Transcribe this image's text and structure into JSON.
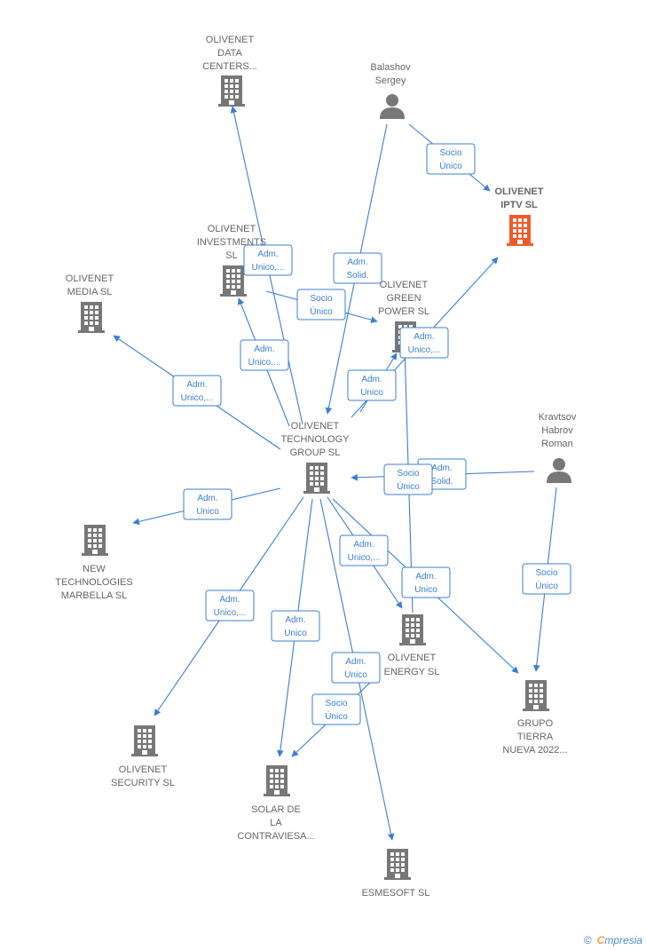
{
  "colors": {
    "edge": "#3a7fd5",
    "company": "#777777",
    "focus": "#f05a28",
    "label": "#666666"
  },
  "nodes": [
    {
      "id": "datacenters",
      "type": "company",
      "lines": [
        "OLIVENET",
        "DATA",
        "CENTERS..."
      ]
    },
    {
      "id": "balashov",
      "type": "person",
      "lines": [
        "Balashov",
        "Sergey"
      ]
    },
    {
      "id": "iptv",
      "type": "company",
      "focus": true,
      "lines": [
        "OLIVENET",
        "IPTV  SL"
      ]
    },
    {
      "id": "investments",
      "type": "company",
      "lines": [
        "OLIVENET",
        "INVESTMENTS",
        "SL"
      ]
    },
    {
      "id": "media",
      "type": "company",
      "lines": [
        "OLIVENET",
        "MEDIA  SL"
      ]
    },
    {
      "id": "greenpower",
      "type": "company",
      "lines": [
        "OLIVENET",
        "GREEN",
        "POWER  SL"
      ]
    },
    {
      "id": "techgroup",
      "type": "company",
      "lines": [
        "OLIVENET",
        "TECHNOLOGY",
        "GROUP  SL"
      ]
    },
    {
      "id": "kravtsov",
      "type": "person",
      "lines": [
        "Kravtsov",
        "Habrov",
        "Roman"
      ]
    },
    {
      "id": "newtech",
      "type": "company",
      "lines": [
        "NEW",
        "TECHNOLOGIES",
        "MARBELLA  SL"
      ]
    },
    {
      "id": "energy",
      "type": "company",
      "lines": [
        "OLIVENET",
        "ENERGY  SL"
      ]
    },
    {
      "id": "tierra",
      "type": "company",
      "lines": [
        "GRUPO",
        "TIERRA",
        "NUEVA 2022..."
      ]
    },
    {
      "id": "security",
      "type": "company",
      "lines": [
        "OLIVENET",
        "SECURITY  SL"
      ]
    },
    {
      "id": "solar",
      "type": "company",
      "lines": [
        "SOLAR DE",
        "LA",
        "CONTRAVIESA..."
      ]
    },
    {
      "id": "esmesoft",
      "type": "company",
      "lines": [
        "ESMESOFT  SL"
      ]
    }
  ],
  "edges": [
    {
      "from": "balashov",
      "to": "iptv",
      "label": [
        "Socio",
        "Único"
      ]
    },
    {
      "from": "balashov",
      "to": "techgroup",
      "label": [
        "Adm.",
        "Solid."
      ]
    },
    {
      "from": "techgroup",
      "to": "datacenters",
      "label": [
        "Adm.",
        "Unico,..."
      ]
    },
    {
      "from": "techgroup",
      "to": "investments",
      "label": [
        "Adm.",
        "Unico,..."
      ]
    },
    {
      "from": "investments",
      "to": "greenpower",
      "label": [
        "Socio",
        "Único"
      ]
    },
    {
      "from": "techgroup",
      "to": "media",
      "label": [
        "Adm.",
        "Unico,..."
      ]
    },
    {
      "from": "techgroup",
      "to": "iptv",
      "label": [
        "Adm.",
        "Unico,..."
      ]
    },
    {
      "from": "techgroup",
      "to": "greenpower",
      "label": [
        "Adm.",
        "Unico"
      ]
    },
    {
      "from": "kravtsov",
      "to": "techgroup",
      "label": [
        "Adm.",
        "Solid."
      ]
    },
    {
      "from": "energy",
      "to": "greenpower",
      "label": [
        "Socio",
        "Único"
      ]
    },
    {
      "from": "kravtsov",
      "to": "tierra",
      "label": [
        "Socio",
        "Único"
      ]
    },
    {
      "from": "techgroup",
      "to": "newtech",
      "label": [
        "Adm.",
        "Unico"
      ]
    },
    {
      "from": "techgroup",
      "to": "energy",
      "label": [
        "Adm.",
        "Unico,..."
      ]
    },
    {
      "from": "techgroup",
      "to": "tierra",
      "label": [
        "Adm.",
        "Unico"
      ]
    },
    {
      "from": "techgroup",
      "to": "security",
      "label": [
        "Adm.",
        "Unico,..."
      ]
    },
    {
      "from": "techgroup",
      "to": "solar",
      "label": [
        "Adm.",
        "Unico"
      ]
    },
    {
      "from": "techgroup",
      "to": "esmesoft",
      "label": [
        "Adm.",
        "Unico"
      ]
    },
    {
      "from": "esmesoft",
      "to": "solar",
      "label": [
        "Socio",
        "Único"
      ]
    }
  ],
  "footer": {
    "copyright": "©",
    "brand_first": "C",
    "brand_rest": "mpresia"
  }
}
